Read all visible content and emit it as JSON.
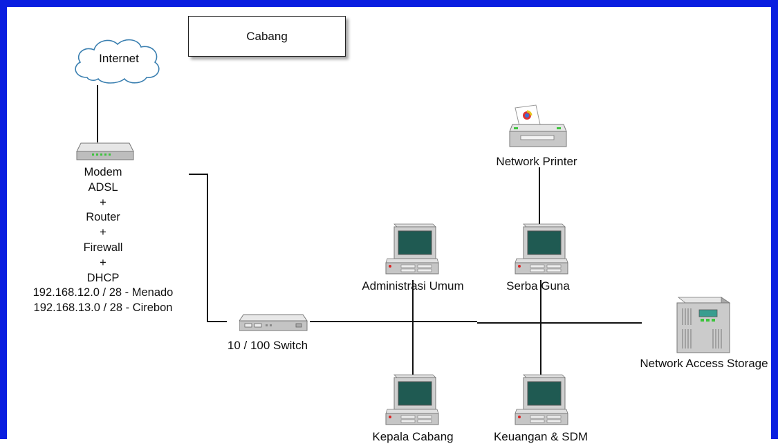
{
  "title": "Cabang",
  "internet_label": "Internet",
  "modem": {
    "lines": [
      "Modem",
      "ADSL",
      "+",
      "Router",
      "+",
      "Firewall",
      "+",
      "DHCP",
      "192.168.12.0 / 28 - Menado",
      "192.168.13.0 / 28 - Cirebon"
    ]
  },
  "switch_label": "10 / 100 Switch",
  "printer_label": "Network Printer",
  "computers": {
    "administrasi": "Administrasi Umum",
    "serba_guna": "Serba Guna",
    "kepala_cabang": "Kepala Cabang",
    "keuangan": "Keuangan & SDM"
  },
  "storage_label": "Network Access Storage",
  "colors": {
    "frame": "#0a1ee0",
    "line": "#111111",
    "device": "#c9c9c9",
    "screen": "#1f5a52",
    "cloud_stroke": "#3a7fb0"
  },
  "icons": [
    "cloud-icon",
    "modem-icon",
    "switch-icon",
    "printer-icon",
    "computer-icon",
    "server-icon"
  ]
}
